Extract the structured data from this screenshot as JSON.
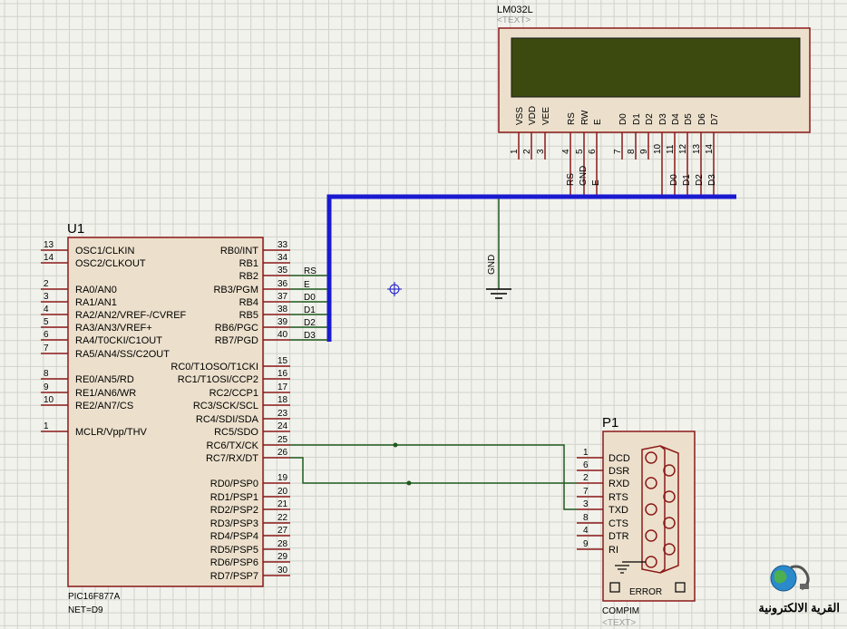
{
  "lcd": {
    "name": "LM032L",
    "text_tag": "<TEXT>",
    "pins": [
      {
        "label": "VSS",
        "num": "1"
      },
      {
        "label": "VDD",
        "num": "2"
      },
      {
        "label": "VEE",
        "num": "3"
      },
      {
        "label": "RS",
        "num": "4"
      },
      {
        "label": "RW",
        "num": "5"
      },
      {
        "label": "E",
        "num": "6"
      },
      {
        "label": "D0",
        "num": "7"
      },
      {
        "label": "D1",
        "num": "8"
      },
      {
        "label": "D2",
        "num": "9"
      },
      {
        "label": "D3",
        "num": "10"
      },
      {
        "label": "D4",
        "num": "11"
      },
      {
        "label": "D5",
        "num": "12"
      },
      {
        "label": "D6",
        "num": "13"
      },
      {
        "label": "D7",
        "num": "14"
      }
    ],
    "bus_labels": [
      "RS",
      "GND",
      "E",
      "D0",
      "D1",
      "D2",
      "D3"
    ]
  },
  "gnd": {
    "label": "GND"
  },
  "mcu": {
    "ref": "U1",
    "part": "PIC16F877A",
    "net": "NET=D9",
    "left_pins": [
      {
        "num": "13",
        "label": "OSC1/CLKIN"
      },
      {
        "num": "14",
        "label": "OSC2/CLKOUT"
      },
      {
        "num": "2",
        "label": "RA0/AN0"
      },
      {
        "num": "3",
        "label": "RA1/AN1"
      },
      {
        "num": "4",
        "label": "RA2/AN2/VREF-/CVREF"
      },
      {
        "num": "5",
        "label": "RA3/AN3/VREF+"
      },
      {
        "num": "6",
        "label": "RA4/T0CKI/C1OUT"
      },
      {
        "num": "7",
        "label": "RA5/AN4/SS/C2OUT"
      },
      {
        "num": "8",
        "label": "RE0/AN5/RD"
      },
      {
        "num": "9",
        "label": "RE1/AN6/WR"
      },
      {
        "num": "10",
        "label": "RE2/AN7/CS"
      },
      {
        "num": "1",
        "label": "MCLR/Vpp/THV"
      }
    ],
    "right_pins": [
      {
        "num": "33",
        "label": "RB0/INT",
        "net": ""
      },
      {
        "num": "34",
        "label": "RB1",
        "net": ""
      },
      {
        "num": "35",
        "label": "RB2",
        "net": "RS"
      },
      {
        "num": "36",
        "label": "RB3/PGM",
        "net": "E"
      },
      {
        "num": "37",
        "label": "RB4",
        "net": "D0"
      },
      {
        "num": "38",
        "label": "RB5",
        "net": "D1"
      },
      {
        "num": "39",
        "label": "RB6/PGC",
        "net": "D2"
      },
      {
        "num": "40",
        "label": "RB7/PGD",
        "net": "D3"
      },
      {
        "num": "15",
        "label": "RC0/T1OSO/T1CKI",
        "net": ""
      },
      {
        "num": "16",
        "label": "RC1/T1OSI/CCP2",
        "net": ""
      },
      {
        "num": "17",
        "label": "RC2/CCP1",
        "net": ""
      },
      {
        "num": "18",
        "label": "RC3/SCK/SCL",
        "net": ""
      },
      {
        "num": "23",
        "label": "RC4/SDI/SDA",
        "net": ""
      },
      {
        "num": "24",
        "label": "RC5/SDO",
        "net": ""
      },
      {
        "num": "25",
        "label": "RC6/TX/CK",
        "net": ""
      },
      {
        "num": "26",
        "label": "RC7/RX/DT",
        "net": ""
      },
      {
        "num": "19",
        "label": "RD0/PSP0",
        "net": ""
      },
      {
        "num": "20",
        "label": "RD1/PSP1",
        "net": ""
      },
      {
        "num": "21",
        "label": "RD2/PSP2",
        "net": ""
      },
      {
        "num": "22",
        "label": "RD3/PSP3",
        "net": ""
      },
      {
        "num": "27",
        "label": "RD4/PSP4",
        "net": ""
      },
      {
        "num": "28",
        "label": "RD5/PSP5",
        "net": ""
      },
      {
        "num": "29",
        "label": "RD6/PSP6",
        "net": ""
      },
      {
        "num": "30",
        "label": "RD7/PSP7",
        "net": ""
      }
    ]
  },
  "com": {
    "ref": "P1",
    "part": "COMPIM",
    "text_tag": "<TEXT>",
    "error_label": "ERROR",
    "pins": [
      {
        "num": "1",
        "label": "DCD"
      },
      {
        "num": "6",
        "label": "DSR"
      },
      {
        "num": "2",
        "label": "RXD"
      },
      {
        "num": "7",
        "label": "RTS"
      },
      {
        "num": "3",
        "label": "TXD"
      },
      {
        "num": "8",
        "label": "CTS"
      },
      {
        "num": "4",
        "label": "DTR"
      },
      {
        "num": "9",
        "label": "RI"
      }
    ]
  },
  "watermark": {
    "text": "القرية الالكترونية"
  },
  "colors": {
    "background": "#f2f2ec",
    "grid": "#d2d2cc",
    "component_outline": "#8b1a1a",
    "component_fill": "#ece0cc",
    "wire": "#1e5a1e",
    "bus": "#1a1ad0",
    "pin": "#8b1a1a",
    "lcd_screen": "#3c4a10"
  }
}
